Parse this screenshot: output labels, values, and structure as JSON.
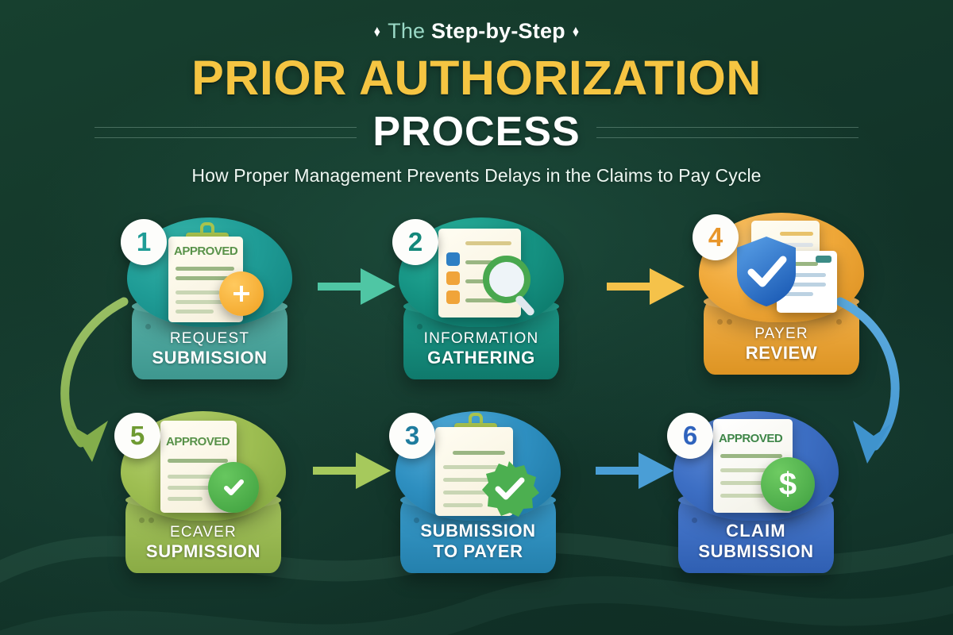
{
  "background_color": "#143a30",
  "header": {
    "eyebrow_prefix": "The",
    "eyebrow_emphasis": "Step-by-Step",
    "bullet_glyph": "♦",
    "title_line1": "PRIOR AUTHORIZATION",
    "title_line2": "PROCESS",
    "subtitle": "How Proper Management Prevents Delays in the Claims to Pay Cycle",
    "title_color": "#f5c542",
    "eyebrow_soft_color": "#9ad9c6",
    "title2_color": "#ffffff"
  },
  "steps": [
    {
      "number": "1",
      "label_line1": "REQUEST",
      "label_line2": "SUBMISSION",
      "color": "#1f9c96",
      "color_dark": "#14807c",
      "color_light": "#3fb9ae",
      "pedestal_color": "#4aa79f",
      "icon": "clipboard-plus-icon",
      "document_stamp": "APPROVED",
      "badge_accent": "#1f9c96"
    },
    {
      "number": "2",
      "label_line1": "INFORMATION",
      "label_line2": "GATHERING",
      "color": "#189484",
      "color_dark": "#0e7a6d",
      "color_light": "#2fb09d",
      "pedestal_color": "#15897a",
      "icon": "checklist-magnifier-icon",
      "document_stamp": "",
      "badge_accent": "#14887a"
    },
    {
      "number": "4",
      "label_line1": "PAYER",
      "label_line2": "REVIEW",
      "color": "#f0a93a",
      "color_dark": "#dd9423",
      "color_light": "#f7c061",
      "pedestal_color": "#eba githubusercontent",
      "icon": "shield-check-documents-icon",
      "document_stamp": "",
      "badge_accent": "#e8962a"
    },
    {
      "number": "5",
      "label_line1": "ECAVER",
      "label_line2": "SUPMISSION",
      "color": "#9ebe52",
      "color_dark": "#87a943",
      "color_light": "#b4cf72",
      "pedestal_color": "#9dbd56",
      "icon": "document-check-icon",
      "document_stamp": "APPROVED",
      "badge_accent": "#6f9b33"
    },
    {
      "number": "3",
      "label_line1": "SUBMISSION",
      "label_line2": "TO PAYER",
      "color": "#2e8fc0",
      "color_dark": "#1f7aa8",
      "color_light": "#4fa9d4",
      "pedestal_color": "#3793c4",
      "icon": "clipboard-verified-icon",
      "document_stamp": "",
      "badge_accent": "#1e7c9e"
    },
    {
      "number": "6",
      "label_line1": "CLAIM",
      "label_line2": "SUBMISSION",
      "color": "#3d6fc4",
      "color_dark": "#2d5bab",
      "color_light": "#5d8bd8",
      "pedestal_color": "#4274c8",
      "icon": "approved-dollar-icon",
      "document_stamp": "APPROVED",
      "badge_accent": "#2f63bd"
    }
  ],
  "arrows": [
    {
      "name": "arrow-step1-to-step2",
      "color": "#4fc6a4",
      "direction": "right"
    },
    {
      "name": "arrow-step2-to-step4",
      "color": "#f5c24a",
      "direction": "right"
    },
    {
      "name": "arrow-step5-to-step3",
      "color": "#a6c95c",
      "direction": "right"
    },
    {
      "name": "arrow-step3-to-step6",
      "color": "#4a9ed6",
      "direction": "right"
    },
    {
      "name": "curved-arrow-step1-to-step5",
      "color": "#8fb857",
      "direction": "down-left-curve"
    },
    {
      "name": "curved-arrow-step4-to-step6",
      "color": "#4a9ed6",
      "direction": "down-right-curve"
    }
  ]
}
